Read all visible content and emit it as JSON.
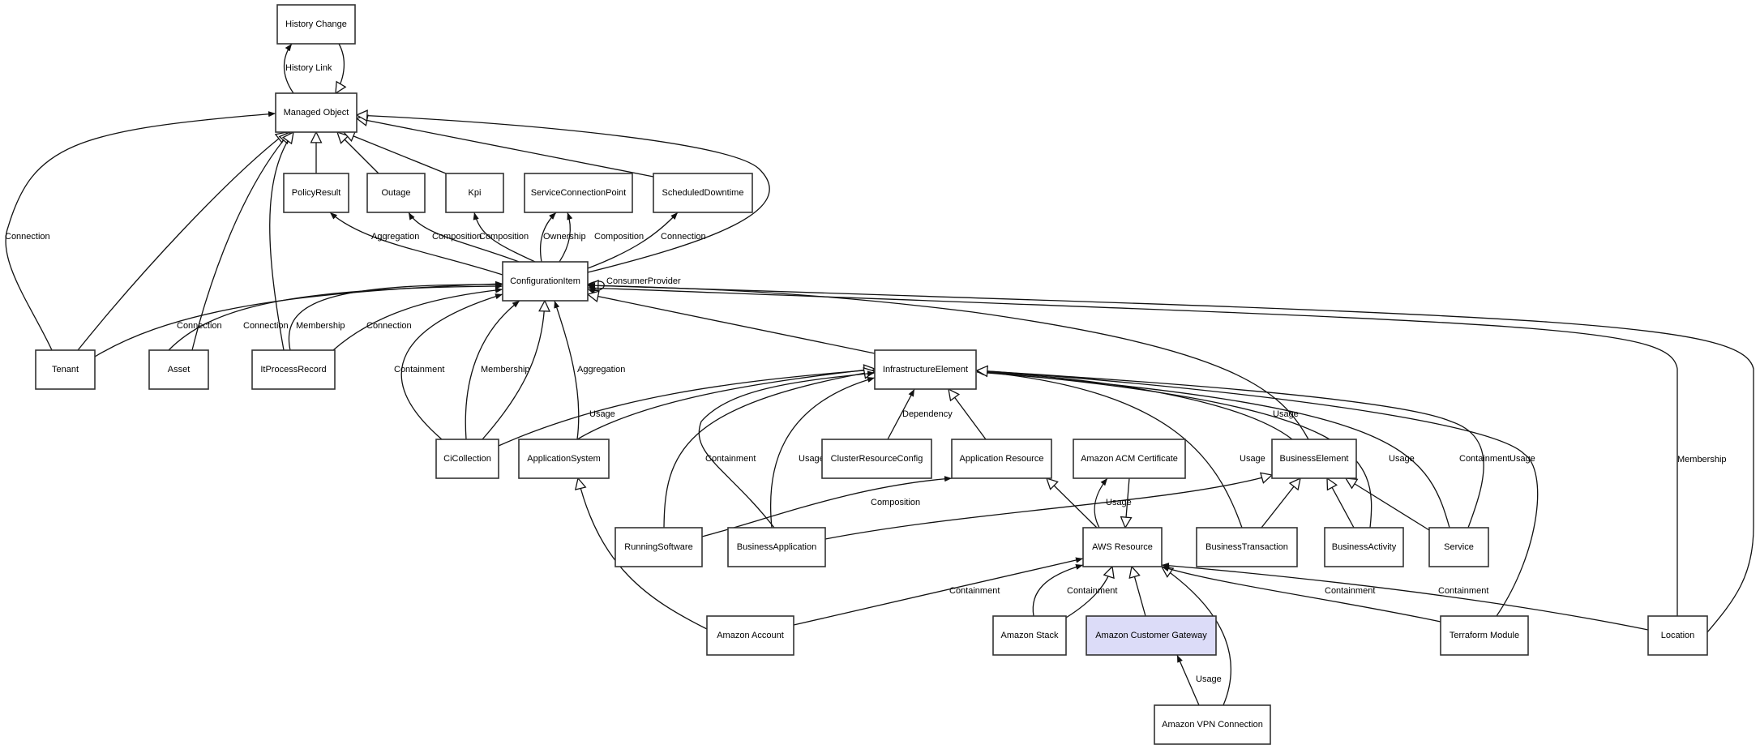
{
  "diagram": {
    "type": "class-relationship-graph",
    "highlighted_node": "amazon-customer-gateway",
    "highlight_color": "#dcdcf8",
    "nodes": [
      {
        "id": "history-change",
        "label": "History Change"
      },
      {
        "id": "managed-object",
        "label": "Managed Object"
      },
      {
        "id": "policy-result",
        "label": "PolicyResult"
      },
      {
        "id": "outage",
        "label": "Outage"
      },
      {
        "id": "kpi",
        "label": "Kpi"
      },
      {
        "id": "service-connection-point",
        "label": "ServiceConnectionPoint"
      },
      {
        "id": "scheduled-downtime",
        "label": "ScheduledDowntime"
      },
      {
        "id": "configuration-item",
        "label": "ConfigurationItem"
      },
      {
        "id": "tenant",
        "label": "Tenant"
      },
      {
        "id": "asset",
        "label": "Asset"
      },
      {
        "id": "it-process-record",
        "label": "ItProcessRecord"
      },
      {
        "id": "infrastructure-element",
        "label": "InfrastructureElement"
      },
      {
        "id": "ci-collection",
        "label": "CiCollection"
      },
      {
        "id": "application-system",
        "label": "ApplicationSystem"
      },
      {
        "id": "cluster-resource-config",
        "label": "ClusterResourceConfig"
      },
      {
        "id": "application-resource",
        "label": "Application Resource"
      },
      {
        "id": "amazon-acm-certificate",
        "label": "Amazon ACM Certificate"
      },
      {
        "id": "business-element",
        "label": "BusinessElement"
      },
      {
        "id": "running-software",
        "label": "RunningSoftware"
      },
      {
        "id": "business-application",
        "label": "BusinessApplication"
      },
      {
        "id": "aws-resource",
        "label": "AWS Resource"
      },
      {
        "id": "business-transaction",
        "label": "BusinessTransaction"
      },
      {
        "id": "business-activity",
        "label": "BusinessActivity"
      },
      {
        "id": "service",
        "label": "Service"
      },
      {
        "id": "amazon-account",
        "label": "Amazon Account"
      },
      {
        "id": "amazon-stack",
        "label": "Amazon Stack"
      },
      {
        "id": "amazon-customer-gateway",
        "label": "Amazon Customer Gateway"
      },
      {
        "id": "terraform-module",
        "label": "Terraform Module"
      },
      {
        "id": "location",
        "label": "Location"
      },
      {
        "id": "amazon-vpn-connection",
        "label": "Amazon VPN Connection"
      }
    ],
    "edges": [
      {
        "id": "e1",
        "from": "managed-object",
        "to": "history-change",
        "label": "History Link",
        "arrow": "filled"
      },
      {
        "id": "e2",
        "from": "history-change",
        "to": "managed-object",
        "label": "",
        "arrow": "hollow"
      },
      {
        "id": "e3",
        "from": "policy-result",
        "to": "managed-object",
        "label": "",
        "arrow": "hollow"
      },
      {
        "id": "e4",
        "from": "outage",
        "to": "managed-object",
        "label": "",
        "arrow": "hollow"
      },
      {
        "id": "e5",
        "from": "kpi",
        "to": "managed-object",
        "label": "",
        "arrow": "hollow"
      },
      {
        "id": "e6",
        "from": "scheduled-downtime",
        "to": "managed-object",
        "label": "",
        "arrow": "hollow"
      },
      {
        "id": "e7",
        "from": "configuration-item",
        "to": "managed-object",
        "label": "",
        "arrow": "hollow"
      },
      {
        "id": "e8",
        "from": "tenant",
        "to": "managed-object",
        "label": "Connection",
        "arrow": "filled"
      },
      {
        "id": "e9",
        "from": "tenant",
        "to": "managed-object",
        "label": "",
        "arrow": "hollow"
      },
      {
        "id": "e10",
        "from": "asset",
        "to": "managed-object",
        "label": "",
        "arrow": "hollow"
      },
      {
        "id": "e11",
        "from": "it-process-record",
        "to": "managed-object",
        "label": "",
        "arrow": "hollow"
      },
      {
        "id": "e12",
        "from": "configuration-item",
        "to": "policy-result",
        "label": "Aggregation",
        "arrow": "filled"
      },
      {
        "id": "e13",
        "from": "configuration-item",
        "to": "outage",
        "label": "Composition",
        "arrow": "filled"
      },
      {
        "id": "e14",
        "from": "configuration-item",
        "to": "kpi",
        "label": "Composition",
        "arrow": "filled"
      },
      {
        "id": "e15",
        "from": "configuration-item",
        "to": "service-connection-point",
        "label": "Ownership",
        "arrow": "filled"
      },
      {
        "id": "e16",
        "from": "configuration-item",
        "to": "service-connection-point",
        "label": "Composition",
        "arrow": "filled"
      },
      {
        "id": "e17",
        "from": "configuration-item",
        "to": "scheduled-downtime",
        "label": "Connection",
        "arrow": "filled"
      },
      {
        "id": "e18",
        "from": "configuration-item",
        "to": "configuration-item",
        "label": "ConsumerProvider",
        "arrow": "filled"
      },
      {
        "id": "e19",
        "from": "tenant",
        "to": "configuration-item",
        "label": "Connection",
        "arrow": "filled"
      },
      {
        "id": "e20",
        "from": "asset",
        "to": "configuration-item",
        "label": "Connection",
        "arrow": "filled"
      },
      {
        "id": "e21",
        "from": "it-process-record",
        "to": "configuration-item",
        "label": "Membership",
        "arrow": "filled"
      },
      {
        "id": "e22",
        "from": "it-process-record",
        "to": "configuration-item",
        "label": "Connection",
        "arrow": "filled"
      },
      {
        "id": "e23",
        "from": "ci-collection",
        "to": "configuration-item",
        "label": "Containment",
        "arrow": "filled"
      },
      {
        "id": "e24",
        "from": "ci-collection",
        "to": "configuration-item",
        "label": "Membership",
        "arrow": "filled"
      },
      {
        "id": "e25",
        "from": "ci-collection",
        "to": "configuration-item",
        "label": "",
        "arrow": "hollow"
      },
      {
        "id": "e26",
        "from": "application-system",
        "to": "configuration-item",
        "label": "Aggregation",
        "arrow": "filled"
      },
      {
        "id": "e27",
        "from": "infrastructure-element",
        "to": "configuration-item",
        "label": "",
        "arrow": "hollow"
      },
      {
        "id": "e28",
        "from": "business-element",
        "to": "configuration-item",
        "label": "",
        "arrow": "hollow"
      },
      {
        "id": "e29",
        "from": "location",
        "to": "configuration-item",
        "label": "Membership",
        "arrow": "filled"
      },
      {
        "id": "e30",
        "from": "location",
        "to": "configuration-item",
        "label": "",
        "arrow": "filled"
      },
      {
        "id": "e31",
        "from": "ci-collection",
        "to": "infrastructure-element",
        "label": "Usage",
        "arrow": "filled"
      },
      {
        "id": "e32",
        "from": "application-system",
        "to": "infrastructure-element",
        "label": "",
        "arrow": "hollow"
      },
      {
        "id": "e33",
        "from": "running-software",
        "to": "infrastructure-element",
        "label": "",
        "arrow": "hollow"
      },
      {
        "id": "e34",
        "from": "business-application",
        "to": "infrastructure-element",
        "label": "Containment",
        "arrow": "filled"
      },
      {
        "id": "e35",
        "from": "business-application",
        "to": "infrastructure-element",
        "label": "Usage",
        "arrow": "filled"
      },
      {
        "id": "e36",
        "from": "cluster-resource-config",
        "to": "infrastructure-element",
        "label": "Dependency",
        "arrow": "filled"
      },
      {
        "id": "e37",
        "from": "application-resource",
        "to": "infrastructure-element",
        "label": "",
        "arrow": "hollow"
      },
      {
        "id": "e38",
        "from": "business-transaction",
        "to": "infrastructure-element",
        "label": "Usage",
        "arrow": "filled"
      },
      {
        "id": "e39",
        "from": "business-element",
        "to": "infrastructure-element",
        "label": "Usage",
        "arrow": "filled"
      },
      {
        "id": "e40",
        "from": "business-activity",
        "to": "infrastructure-element",
        "label": "Usage",
        "arrow": "filled"
      },
      {
        "id": "e41",
        "from": "service",
        "to": "infrastructure-element",
        "label": "Containment",
        "arrow": "filled"
      },
      {
        "id": "e42",
        "from": "service",
        "to": "infrastructure-element",
        "label": "Usage",
        "arrow": "filled"
      },
      {
        "id": "e43",
        "from": "terraform-module",
        "to": "infrastructure-element",
        "label": "",
        "arrow": "hollow"
      },
      {
        "id": "e44",
        "from": "running-software",
        "to": "application-resource",
        "label": "Composition",
        "arrow": "filled"
      },
      {
        "id": "e45",
        "from": "business-application",
        "to": "business-element",
        "label": "",
        "arrow": "hollow"
      },
      {
        "id": "e46",
        "from": "aws-resource",
        "to": "application-resource",
        "label": "",
        "arrow": "hollow"
      },
      {
        "id": "e47",
        "from": "aws-resource",
        "to": "amazon-acm-certificate",
        "label": "Usage",
        "arrow": "filled"
      },
      {
        "id": "e48",
        "from": "amazon-acm-certificate",
        "to": "aws-resource",
        "label": "",
        "arrow": "hollow"
      },
      {
        "id": "e49",
        "from": "business-transaction",
        "to": "business-element",
        "label": "",
        "arrow": "hollow"
      },
      {
        "id": "e50",
        "from": "business-activity",
        "to": "business-element",
        "label": "",
        "arrow": "hollow"
      },
      {
        "id": "e51",
        "from": "service",
        "to": "business-element",
        "label": "",
        "arrow": "hollow"
      },
      {
        "id": "e52",
        "from": "amazon-account",
        "to": "aws-resource",
        "label": "Containment",
        "arrow": "filled"
      },
      {
        "id": "e53",
        "from": "amazon-account",
        "to": "application-system",
        "label": "",
        "arrow": "hollow"
      },
      {
        "id": "e54",
        "from": "amazon-stack",
        "to": "aws-resource",
        "label": "Containment",
        "arrow": "filled"
      },
      {
        "id": "e55",
        "from": "amazon-stack",
        "to": "aws-resource",
        "label": "",
        "arrow": "hollow"
      },
      {
        "id": "e56",
        "from": "amazon-customer-gateway",
        "to": "aws-resource",
        "label": "",
        "arrow": "hollow"
      },
      {
        "id": "e57",
        "from": "amazon-vpn-connection",
        "to": "amazon-customer-gateway",
        "label": "Usage",
        "arrow": "filled"
      },
      {
        "id": "e58",
        "from": "amazon-vpn-connection",
        "to": "aws-resource",
        "label": "",
        "arrow": "hollow"
      },
      {
        "id": "e59",
        "from": "terraform-module",
        "to": "aws-resource",
        "label": "Containment",
        "arrow": "filled"
      },
      {
        "id": "e60",
        "from": "location",
        "to": "aws-resource",
        "label": "Containment",
        "arrow": "filled"
      }
    ]
  }
}
